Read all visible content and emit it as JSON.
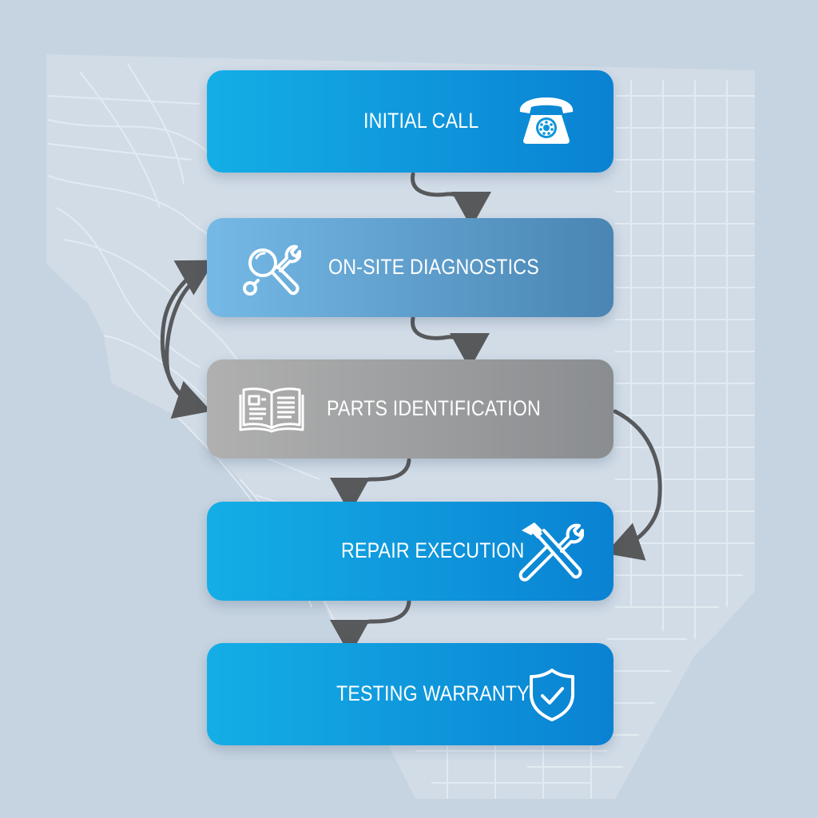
{
  "colors": {
    "background": "#c5d3e0",
    "map_fill": "#d2dde8",
    "map_streets": "#e8eef4",
    "arrow": "#58595b",
    "card_blue_start": "#14aee6",
    "card_blue_end": "#0a82d2",
    "card_lightblue_start": "#75b9e6",
    "card_lightblue_end": "#4a85b3",
    "card_gray_start": "#b0b0b0",
    "card_gray_end": "#8a8d90",
    "text": "#ffffff"
  },
  "steps": [
    {
      "label": "INITIAL CALL",
      "icon": "telephone-icon"
    },
    {
      "label": "ON-SITE DIAGNOSTICS",
      "icon": "magnifier-wrench-icon"
    },
    {
      "label": "PARTS IDENTIFICATION",
      "icon": "open-book-icon"
    },
    {
      "label": "REPAIR EXECUTION",
      "icon": "hammer-wrench-icon"
    },
    {
      "label": "TESTING WARRANTY",
      "icon": "shield-check-icon"
    }
  ]
}
